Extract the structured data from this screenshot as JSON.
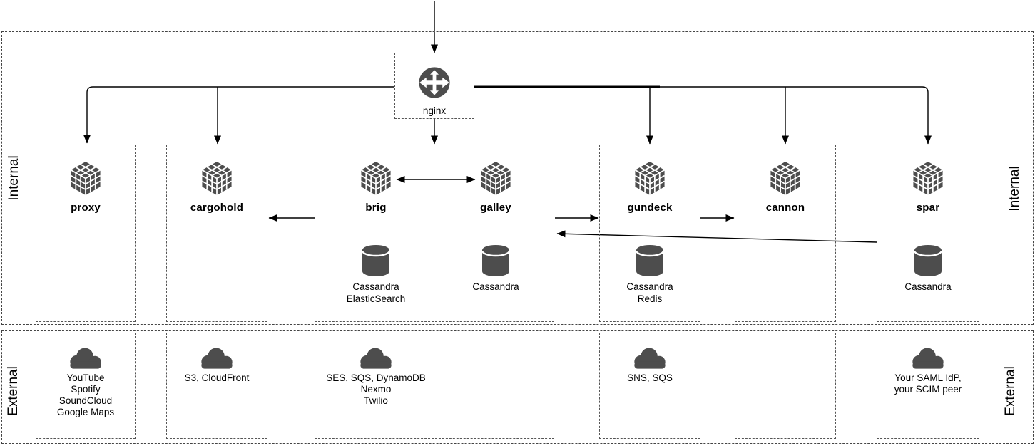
{
  "zones": {
    "internal": "Internal",
    "external": "External"
  },
  "gateway": {
    "name": "nginx",
    "icon": "router-icon"
  },
  "services": [
    {
      "name": "proxy",
      "icon": "module-cube-icon",
      "db": "",
      "external": "YouTube\nSpotify\nSoundCloud\nGoogle Maps"
    },
    {
      "name": "cargohold",
      "icon": "module-cube-icon",
      "db": "",
      "external": "S3, CloudFront"
    },
    {
      "name": "brig",
      "icon": "module-cube-icon",
      "db": "Cassandra\nElasticSearch",
      "external": "SES, SQS, DynamoDB\nNexmo\nTwilio"
    },
    {
      "name": "galley",
      "icon": "module-cube-icon",
      "db": "Cassandra",
      "external": ""
    },
    {
      "name": "gundeck",
      "icon": "module-cube-icon",
      "db": "Cassandra\nRedis",
      "external": "SNS, SQS"
    },
    {
      "name": "cannon",
      "icon": "module-cube-icon",
      "db": "",
      "external": ""
    },
    {
      "name": "spar",
      "icon": "module-cube-icon",
      "db": "Cassandra",
      "external": "Your SAML IdP,\nyour SCIM peer"
    }
  ],
  "icons": {
    "gateway": "router-icon",
    "service": "module-cube-icon",
    "database": "database-cylinder-icon",
    "external": "cloud-icon"
  },
  "edges": [
    {
      "from": "top",
      "to": "nginx",
      "type": "arrow"
    },
    {
      "from": "nginx",
      "to": "proxy",
      "type": "arrow"
    },
    {
      "from": "nginx",
      "to": "cargohold",
      "type": "arrow"
    },
    {
      "from": "nginx",
      "to": "brig/galley",
      "type": "arrow"
    },
    {
      "from": "nginx",
      "to": "gundeck",
      "type": "arrow"
    },
    {
      "from": "nginx",
      "to": "cannon",
      "type": "arrow"
    },
    {
      "from": "nginx",
      "to": "spar",
      "type": "arrow"
    },
    {
      "from": "brig",
      "to": "galley",
      "type": "double-arrow"
    },
    {
      "from": "brig",
      "to": "cargohold",
      "type": "arrow"
    },
    {
      "from": "galley",
      "to": "gundeck",
      "type": "arrow"
    },
    {
      "from": "gundeck",
      "to": "cannon",
      "type": "arrow"
    },
    {
      "from": "spar",
      "to": "galley",
      "type": "arrow"
    }
  ],
  "colors": {
    "icon": "#4d4d4d",
    "line": "#000000",
    "border": "#444444",
    "background": "#ffffff",
    "text": "#000000"
  }
}
